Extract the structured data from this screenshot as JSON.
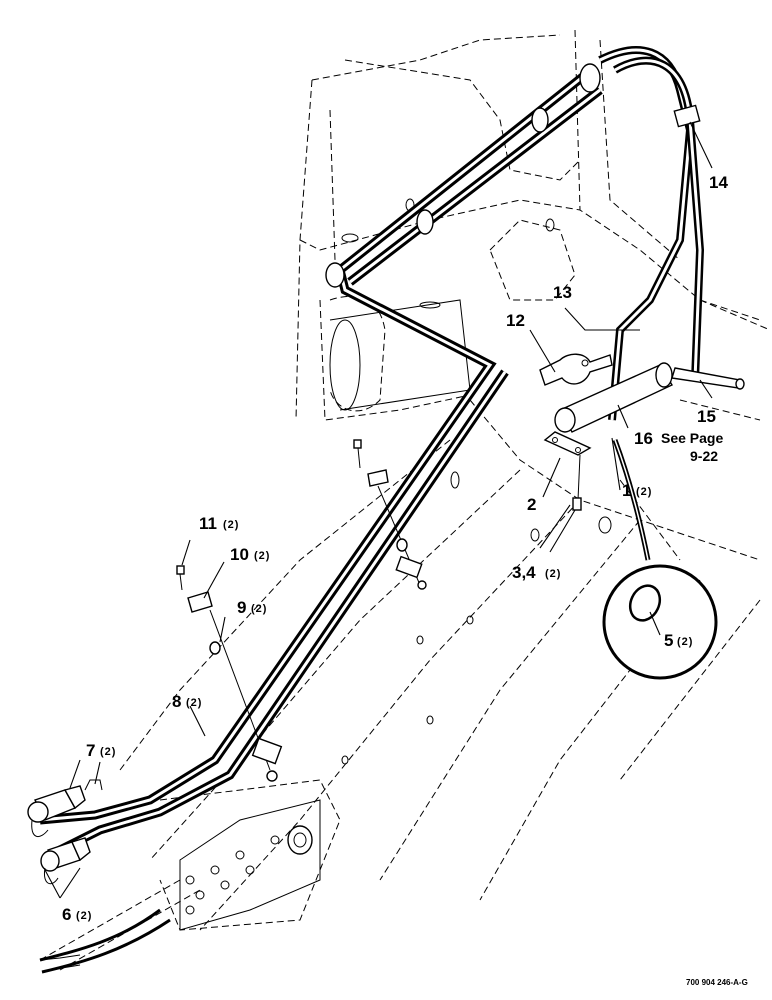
{
  "callouts": [
    {
      "id": "1",
      "qty": "(2)"
    },
    {
      "id": "2",
      "qty": ""
    },
    {
      "id": "3,4",
      "qty": "(2)"
    },
    {
      "id": "5",
      "qty": "(2)"
    },
    {
      "id": "6",
      "qty": "(2)"
    },
    {
      "id": "7",
      "qty": "(2)"
    },
    {
      "id": "8",
      "qty": "(2)"
    },
    {
      "id": "9",
      "qty": "(2)"
    },
    {
      "id": "10",
      "qty": "(2)"
    },
    {
      "id": "11",
      "qty": "(2)"
    },
    {
      "id": "12",
      "qty": ""
    },
    {
      "id": "13",
      "qty": ""
    },
    {
      "id": "14",
      "qty": ""
    },
    {
      "id": "15",
      "qty": ""
    },
    {
      "id": "16",
      "qty": ""
    }
  ],
  "note": {
    "line1": "See Page",
    "line2": "9-22"
  },
  "reference_code": "700 904 246-A-G"
}
